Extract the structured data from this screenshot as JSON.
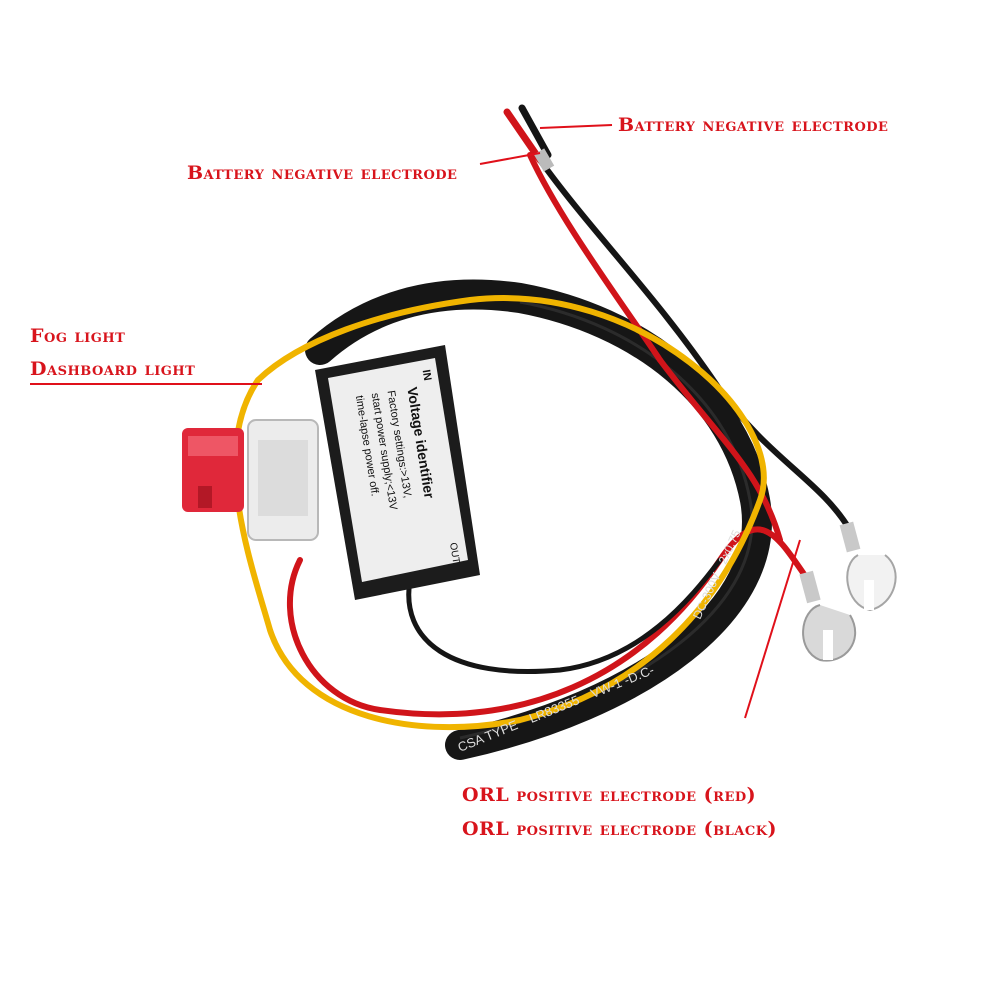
{
  "callouts": {
    "battery_negative_1": "Battery negative electrode",
    "battery_negative_2": "Battery negative electrode",
    "fog_light": "Fog light",
    "dashboard_light": "Dashboard light",
    "orl_positive_red": "ORL positive electrode (red)",
    "orl_positive_black": "ORL positive electrode (black)"
  },
  "module": {
    "title": "Voltage identifier",
    "line1": "Factory settings:>13V,",
    "line2": "start power supply;<13V",
    "line3": "time-lapse power off.",
    "in_label": "IN",
    "out_label": "OUT"
  },
  "cable": {
    "print_1": "CSA TYPE",
    "print_2": "LR83355",
    "print_3": "VW-1 -D.C-",
    "print_4": "DC-300V",
    "print_5": "2x0.75"
  },
  "colors": {
    "callout_text": "#d8141c",
    "callout_line": "#e0101a",
    "wire_red": "#d0141a",
    "wire_black": "#151515",
    "wire_yellow": "#f0b400",
    "fuse_red": "#e0283a",
    "module_body": "#1c1c1c",
    "module_label": "#eeeeee"
  }
}
